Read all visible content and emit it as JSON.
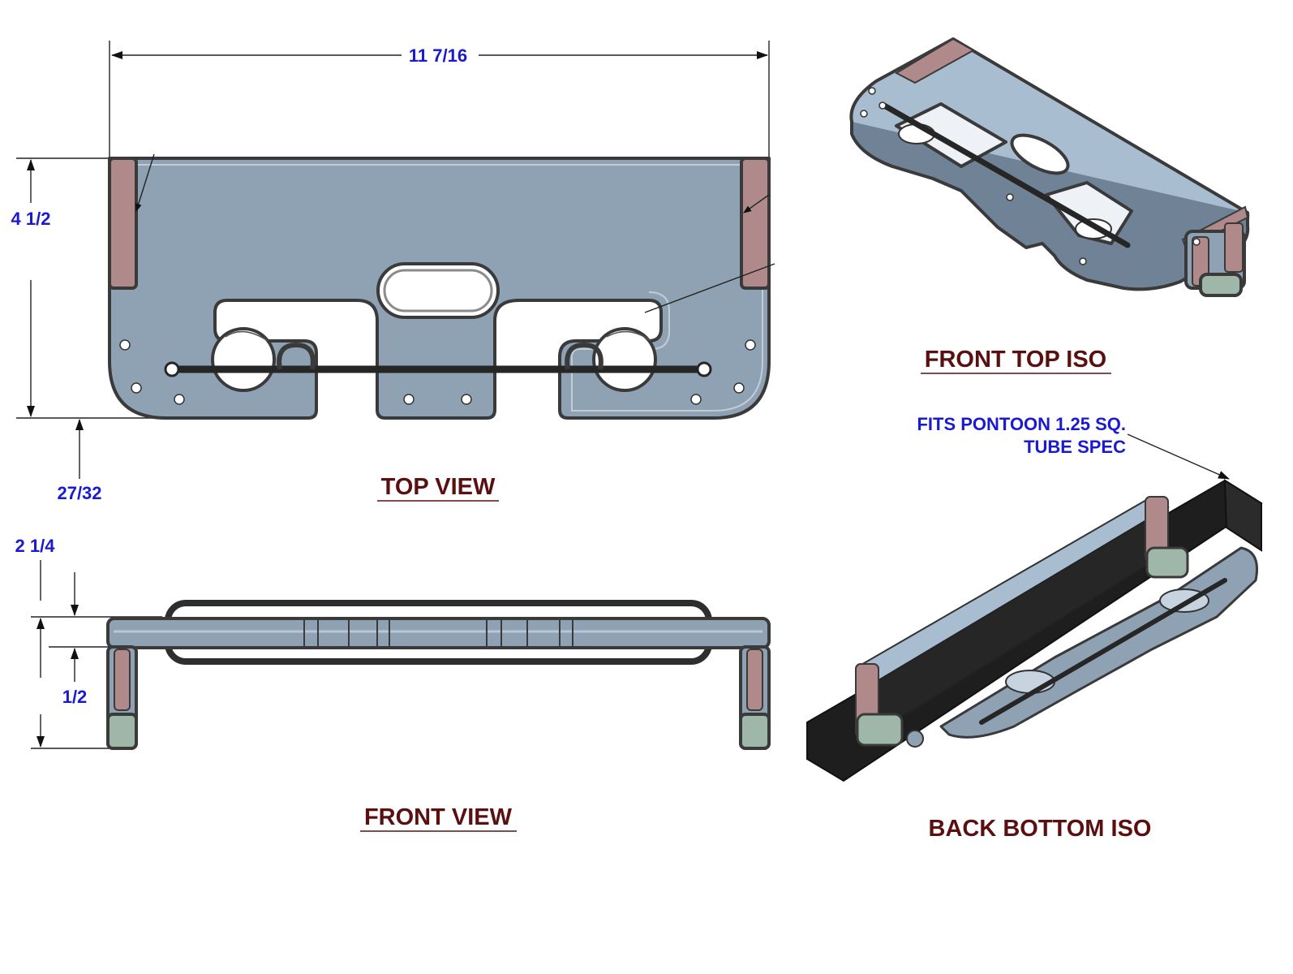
{
  "views": {
    "top_view": "TOP VIEW",
    "front_view": "FRONT VIEW",
    "front_top_iso": "FRONT TOP ISO",
    "back_bottom_iso": "BACK BOTTOM ISO"
  },
  "dimensions": {
    "overall_width": "11 7/16",
    "depth": "4 1/2",
    "offset": "27/32",
    "height": "2 1/4",
    "leg_height": "1/2"
  },
  "callout": {
    "line1": "FITS PONTOON  1.25 SQ.",
    "line2": "TUBE SPEC"
  },
  "colors": {
    "plate": "#8fa2b4",
    "plate_light": "#a9bdd1",
    "pad": "#b08a8a",
    "foot": "#9fb7a8",
    "tube": "#262626",
    "dimension_text": "#1a1ad0",
    "title_text": "#5a1010"
  }
}
